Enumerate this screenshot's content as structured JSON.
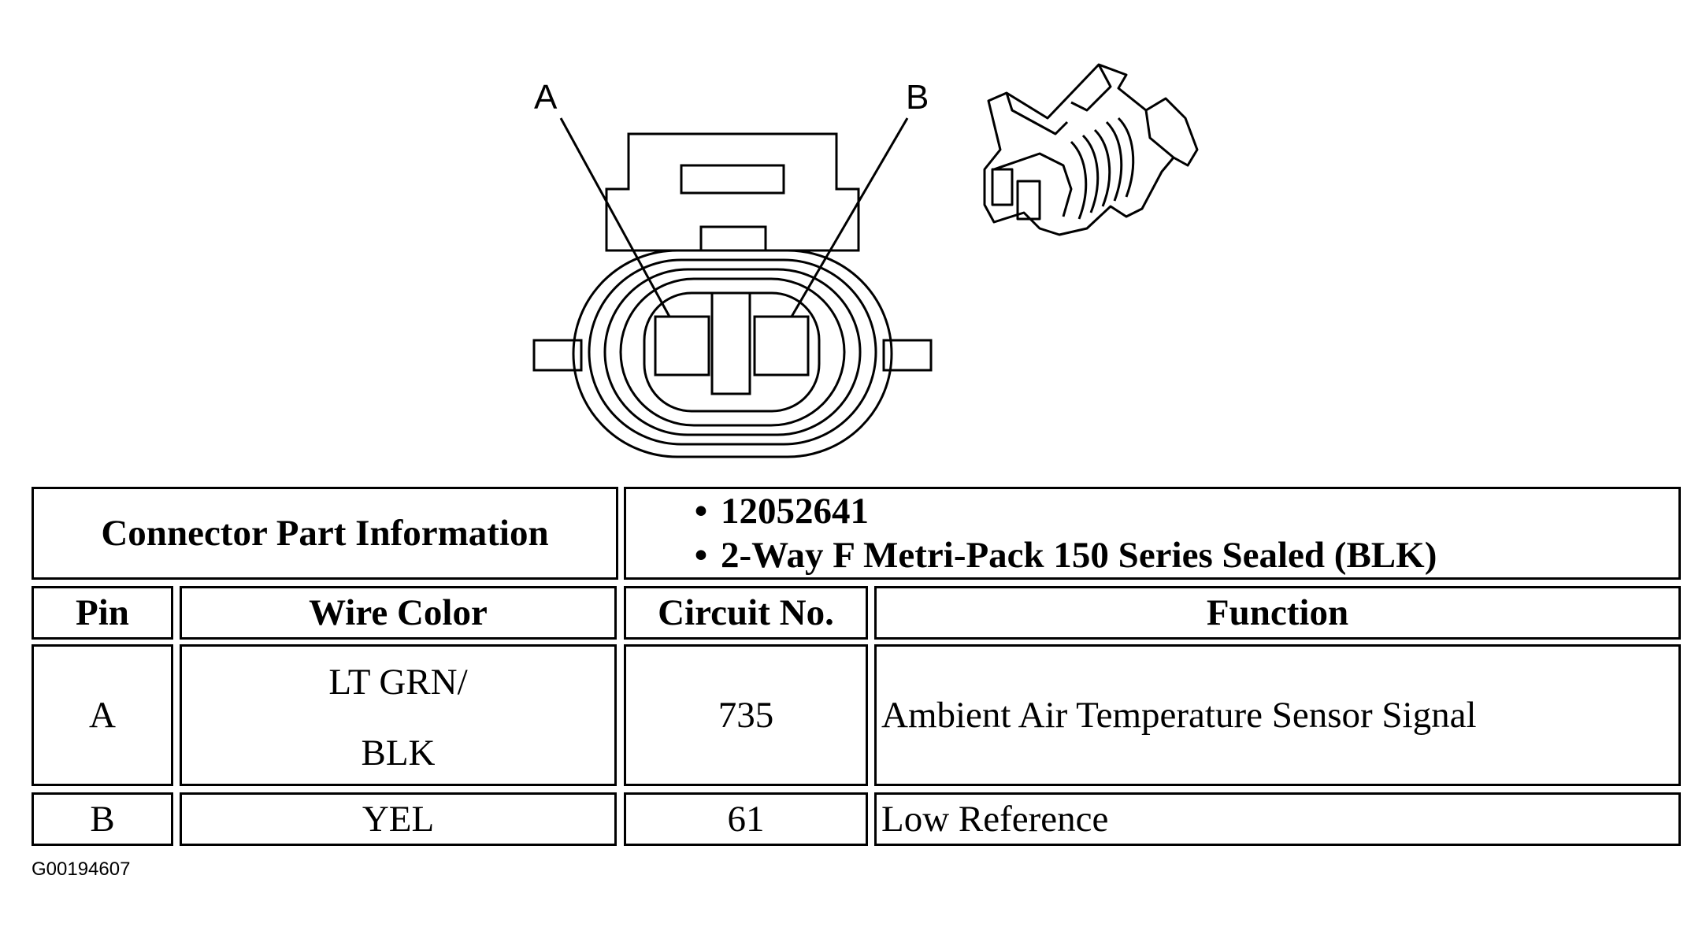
{
  "connector_view": {
    "pin_a_label": "A",
    "pin_b_label": "B"
  },
  "table": {
    "part_info_label": "Connector Part Information",
    "part_info_items": [
      "12052641",
      "2-Way F Metri-Pack 150 Series Sealed (BLK)"
    ],
    "headers": {
      "pin": "Pin",
      "wire_color": "Wire Color",
      "circuit": "Circuit No.",
      "function": "Function"
    },
    "rows": [
      {
        "pin": "A",
        "wire_color_line1": "LT GRN/",
        "wire_color_line2": "BLK",
        "circuit": "735",
        "function": "Ambient Air Temperature Sensor Signal"
      },
      {
        "pin": "B",
        "wire_color": "YEL",
        "circuit": "61",
        "function": "Low Reference"
      }
    ]
  },
  "figure_code": "G00194607"
}
